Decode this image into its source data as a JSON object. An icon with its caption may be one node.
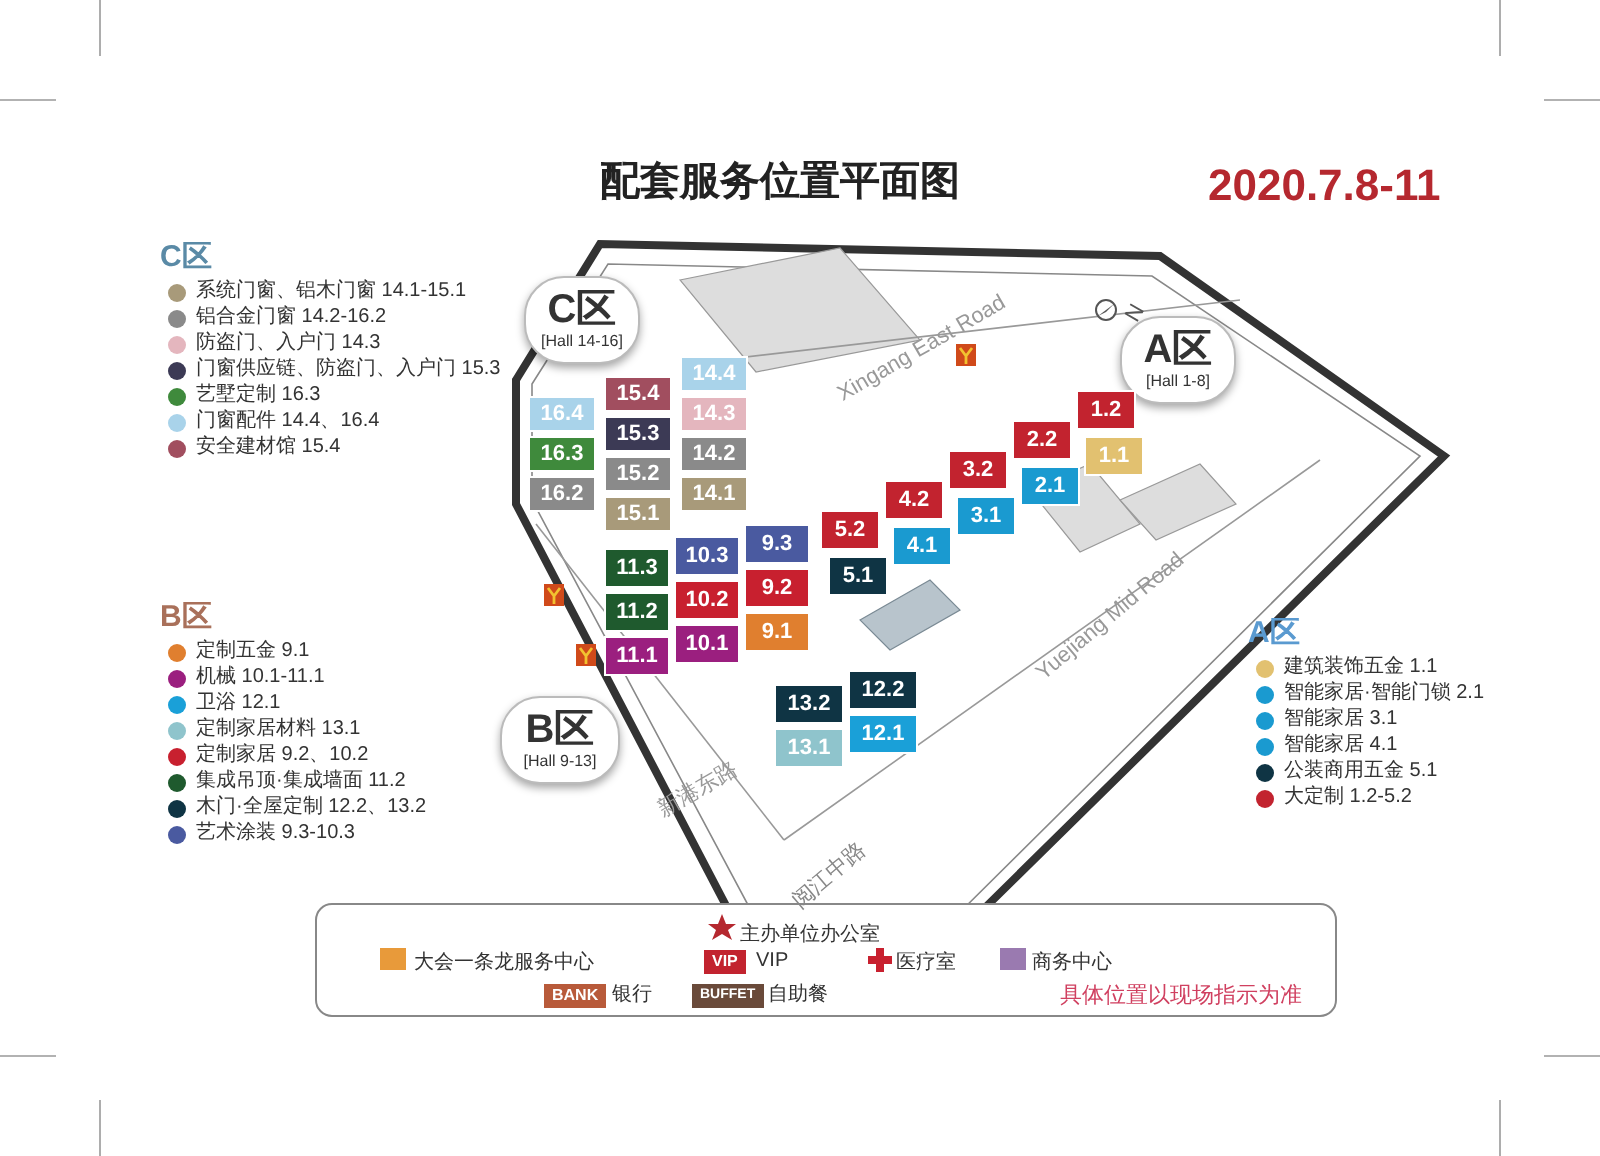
{
  "diagram": {
    "title": "配套服务位置平面图",
    "nodes": [
      {
        "text": [
          "C区",
          "[Hall 14-16]"
        ]
      },
      {
        "text": [
          "14.4"
        ]
      },
      {
        "text": [
          "14.3"
        ]
      },
      {
        "text": [
          "14.2"
        ]
      },
      {
        "text": [
          "14.1"
        ]
      },
      {
        "text": [
          "15.4"
        ]
      },
      {
        "text": [
          "15.3"
        ]
      },
      {
        "text": [
          "15.2"
        ]
      },
      {
        "text": [
          "15.1"
        ]
      },
      {
        "text": [
          "16.4"
        ]
      },
      {
        "text": [
          "16.3"
        ]
      },
      {
        "text": [
          "16.2"
        ]
      },
      {
        "text": [
          "A区",
          "[Hall 1-8]"
        ]
      },
      {
        "text": [
          "1.2"
        ]
      },
      {
        "text": [
          "2.2"
        ]
      },
      {
        "text": [
          "3.2"
        ]
      },
      {
        "text": [
          "4.2"
        ]
      },
      {
        "text": [
          "5.2"
        ]
      },
      {
        "text": [
          "1.1"
        ]
      },
      {
        "text": [
          "2.1"
        ]
      },
      {
        "text": [
          "3.1"
        ]
      },
      {
        "text": [
          "4.1"
        ]
      },
      {
        "text": [
          "5.1"
        ]
      },
      {
        "text": [
          "B区",
          "[Hall 9-13]"
        ]
      },
      {
        "text": [
          "9.3"
        ]
      },
      {
        "text": [
          "10.3"
        ]
      },
      {
        "text": [
          "11.3"
        ]
      },
      {
        "text": [
          "9.2"
        ]
      },
      {
        "text": [
          "10.2"
        ]
      },
      {
        "text": [
          "11.2"
        ]
      },
      {
        "text": [
          "9.1"
        ]
      },
      {
        "text": [
          "10.1"
        ]
      },
      {
        "text": [
          "11.1"
        ]
      },
      {
        "text": [
          "12.2"
        ]
      },
      {
        "text": [
          "13.2"
        ]
      },
      {
        "text": [
          "12.1"
        ]
      },
      {
        "text": [
          "13.1"
        ]
      }
    ],
    "edges": [],
    "labels": [
      "2020.7.8-11",
      "C区",
      "B区",
      "A区",
      "N",
      "Xingang East Road",
      "新港东路",
      "Yuejiang Mid Road",
      "阅江中路",
      "主办单位办公室",
      "VIP",
      "VIP",
      "BANK",
      "银行",
      "BUFFET",
      "自助餐",
      "大会一条龙服务中心",
      "医疗室",
      "商务中心",
      "具体位置以现场指示为准"
    ],
    "legend": [
      {
        "text": "系统门窗、铝木门窗 14.1-15.1",
        "color": "#a89a7a"
      },
      {
        "text": "铝合金门窗 14.2-16.2",
        "color": "#8a8a8a"
      },
      {
        "text": "防盗门、入户门 14.3",
        "color": "#e4b6be"
      },
      {
        "text": "门窗供应链、防盗门、入户门 15.3",
        "color": "#3c3a55"
      },
      {
        "text": "艺墅定制 16.3",
        "color": "#3f8a3c"
      },
      {
        "text": "门窗配件 14.4、16.4",
        "color": "#a9d3ea"
      },
      {
        "text": "安全建材馆 15.4",
        "color": "#a14e5f"
      },
      {
        "text": "定制五金 9.1",
        "color": "#e07f2f"
      },
      {
        "text": "机械 10.1-11.1",
        "color": "#9b1f7f"
      },
      {
        "text": "卫浴 12.1",
        "color": "#1aa0d8"
      },
      {
        "text": "定制家居材料 13.1",
        "color": "#8fc4cc"
      },
      {
        "text": "定制家居 9.2、10.2",
        "color": "#c8202f"
      },
      {
        "text": "集成吊顶·集成墙面 11.2",
        "color": "#1f5a2e"
      },
      {
        "text": "木门·全屋定制 12.2、13.2",
        "color": "#0f3444"
      },
      {
        "text": "艺术涂装 9.3-10.3",
        "color": "#4a5aa0"
      },
      {
        "text": "建筑装饰五金 1.1",
        "color": "#e2c170"
      },
      {
        "text": "智能家居·智能门锁 2.1",
        "color": "#1a9ad0"
      },
      {
        "text": "智能家居 3.1",
        "color": "#1a9ad0"
      },
      {
        "text": "智能家居 4.1",
        "color": "#1a9ad0"
      },
      {
        "text": "公装商用五金 5.1",
        "color": "#0f3444"
      },
      {
        "text": "大定制 1.2-5.2",
        "color": "#c2232f"
      }
    ]
  }
}
